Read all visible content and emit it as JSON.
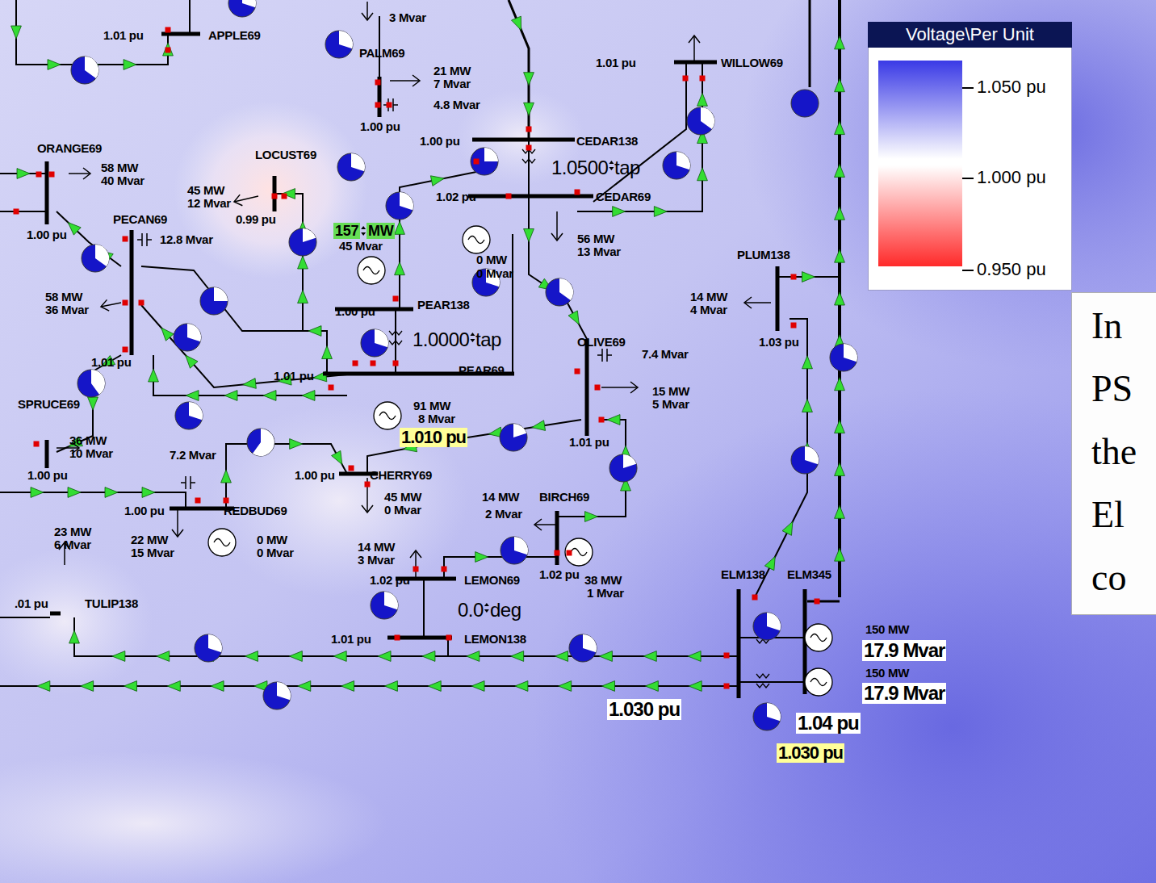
{
  "diagram": {
    "nodes": [
      {
        "text": [
          "In PS the El co"
        ]
      }
    ],
    "labels": [
      "3 Mvar",
      "1.01 pu",
      "APPLE69",
      "PALM69",
      "21 MW",
      "7 Mvar",
      "4.8 Mvar",
      "1.00 pu",
      "1.01 pu",
      "WILLOW69",
      "1.00 pu",
      "CEDAR138",
      "1.0500",
      "tap",
      "ORANGE69",
      "58 MW",
      "40 Mvar",
      "LOCUST69",
      "45 MW",
      "12 Mvar",
      "0.99 pu",
      "1.02 pu",
      "CEDAR69",
      "1.00 pu",
      "PECAN69",
      "12.8 Mvar",
      "157",
      "MW",
      "45 Mvar",
      "0 MW",
      "0 Mvar",
      "56 MW",
      "13 Mvar",
      "PLUM138",
      "58 MW",
      "36 Mvar",
      "1.00 pu",
      "PEAR138",
      "14 MW",
      "4 Mvar",
      "1.0000",
      "tap",
      "OLIVE69",
      "7.4 Mvar",
      "1.03 pu",
      "1.01 pu",
      "1.01 pu",
      "PEAR69",
      "15 MW",
      "5 Mvar",
      "SPRUCE69",
      "91 MW",
      "8 Mvar",
      "1.010 pu",
      "1.01 pu",
      "36 MW",
      "10 Mvar",
      "7.2 Mvar",
      "1.00 pu",
      "1.00 pu",
      "CHERRY69",
      "45 MW",
      "0 Mvar",
      "14 MW",
      "BIRCH69",
      "2 Mvar",
      "1.00 pu",
      "REDBUD69",
      "23 MW",
      "6 Mvar",
      "0 MW",
      "0 Mvar",
      "22 MW",
      "15 Mvar",
      "14 MW",
      "3 Mvar",
      "1.02 pu",
      "LEMON69",
      "1.02 pu",
      "38 MW",
      "1 Mvar",
      "ELM138",
      "ELM345",
      ".01 pu",
      "TULIP138",
      "0.0",
      "deg",
      "1.01 pu",
      "LEMON138",
      "150 MW",
      "17.9 Mvar",
      "150 MW",
      "17.9 Mvar",
      "1.030 pu",
      "1.04 pu",
      "1.030 pu",
      "Voltage\\Per Unit"
    ],
    "legend": [
      {
        "text": "1.050 pu",
        "color": "#3a3ae6"
      },
      {
        "text": "1.000 pu",
        "color": "#ffffff"
      },
      {
        "text": "0.950 pu",
        "color": "#ff2a2a"
      }
    ]
  }
}
